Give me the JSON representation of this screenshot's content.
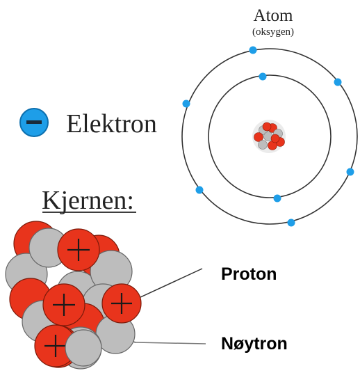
{
  "atom": {
    "title": "Atom",
    "subtitle": "(oksygen)"
  },
  "legend": {
    "electron_label": "Elektron",
    "electron_symbol": "−"
  },
  "nucleus": {
    "heading": "Kjernen:",
    "proton_label": "Proton",
    "neutron_label": "Nøytron",
    "proton_symbol": "+"
  },
  "colors": {
    "electron": "#1e9ee8",
    "proton": "#e8341c",
    "neutron": "#bdbdbd",
    "orbit": "#333333"
  }
}
